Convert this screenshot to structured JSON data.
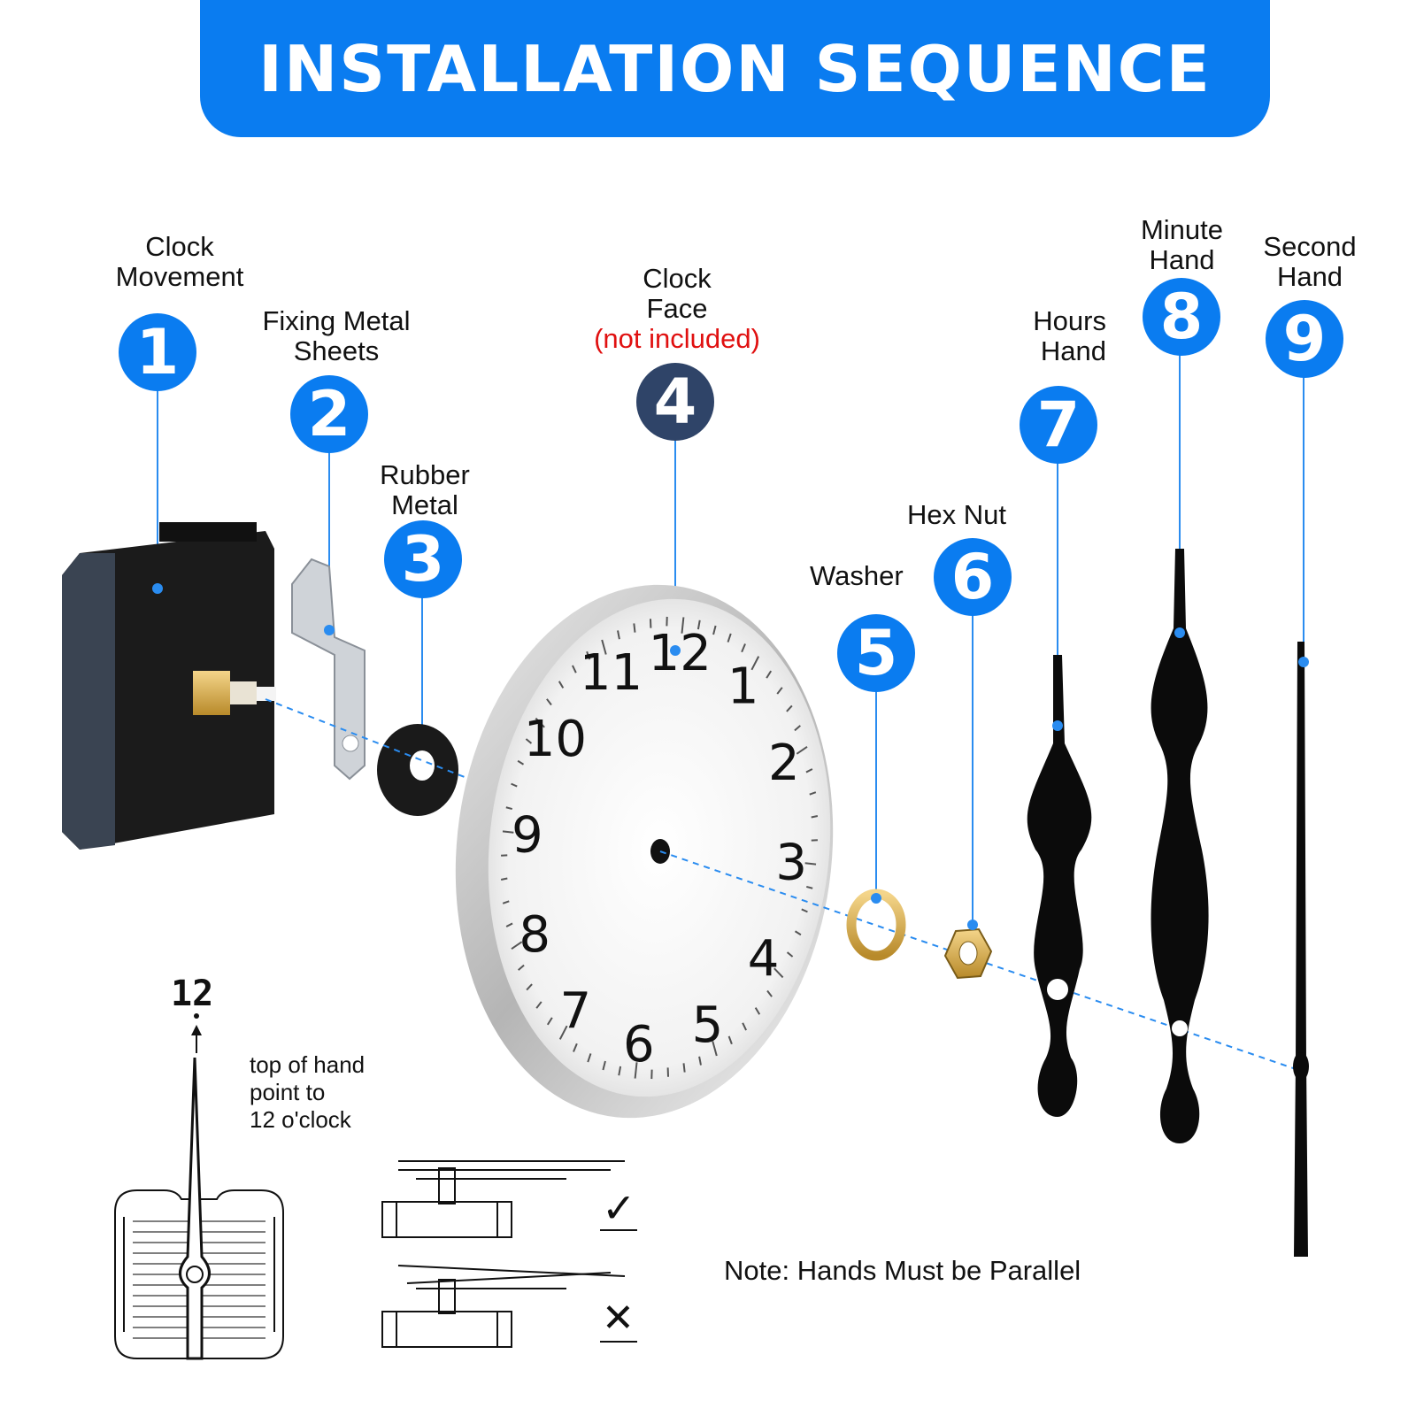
{
  "title": "INSTALLATION SEQUENCE",
  "parts": [
    {
      "number": "1",
      "line1": "Clock",
      "line2": "Movement",
      "line3": ""
    },
    {
      "number": "2",
      "line1": "Fixing Metal",
      "line2": "Sheets",
      "line3": ""
    },
    {
      "number": "3",
      "line1": "Rubber",
      "line2": "Metal",
      "line3": ""
    },
    {
      "number": "4",
      "line1": "Clock",
      "line2": "Face",
      "line3": "(not included)"
    },
    {
      "number": "5",
      "line1": "Washer",
      "line2": "",
      "line3": ""
    },
    {
      "number": "6",
      "line1": "Hex Nut",
      "line2": "",
      "line3": ""
    },
    {
      "number": "7",
      "line1": "Hours",
      "line2": "Hand",
      "line3": ""
    },
    {
      "number": "8",
      "line1": "Minute",
      "line2": "Hand",
      "line3": ""
    },
    {
      "number": "9",
      "line1": "Second",
      "line2": "Hand",
      "line3": ""
    }
  ],
  "clock_numerals": [
    "12",
    "1",
    "2",
    "3",
    "4",
    "5",
    "6",
    "7",
    "8",
    "9",
    "10",
    "11"
  ],
  "instruction": {
    "top_label": "12",
    "line1": "top of hand",
    "line2": "point to",
    "line3": "12 o'clock"
  },
  "correct_mark": "✓",
  "wrong_mark": "✕",
  "note": "Note: Hands Must be Parallel",
  "colors": {
    "accent": "#0a7cf0",
    "dark_badge": "#2f4468",
    "warning": "#e01010"
  }
}
